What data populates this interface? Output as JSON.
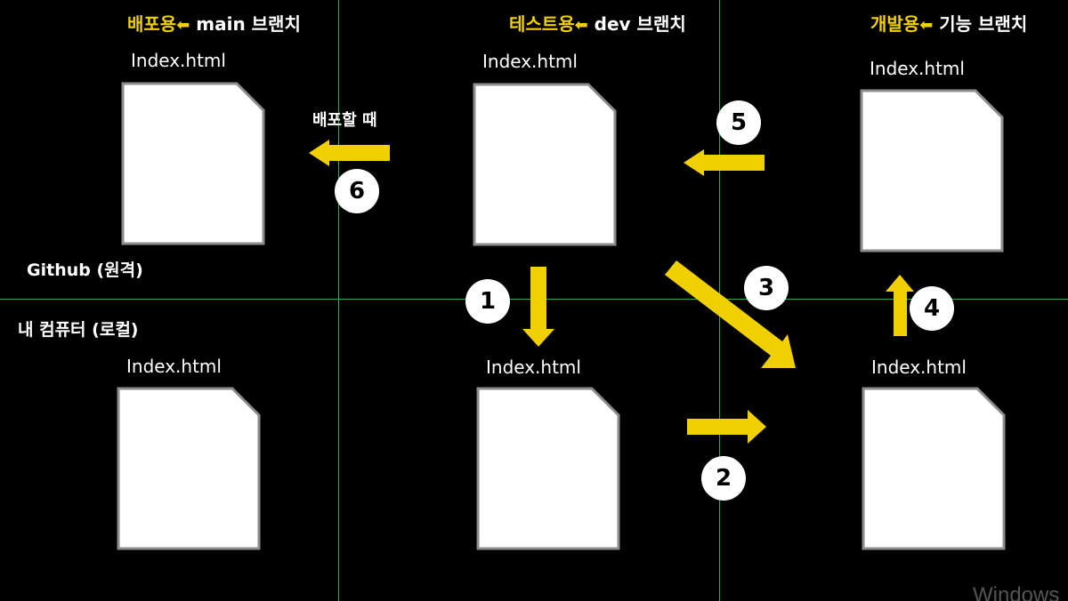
{
  "columns": [
    {
      "purpose": "배포용",
      "arrow": "⬅",
      "branch": "main 브랜치"
    },
    {
      "purpose": "테스트용",
      "arrow": "⬅",
      "branch": "dev 브랜치"
    },
    {
      "purpose": "개발용",
      "arrow": "⬅",
      "branch": "기능 브랜치"
    }
  ],
  "zones": {
    "remote": "Github (원격)",
    "local": "내 컴퓨터 (로컬)"
  },
  "files": {
    "remote_main": "Index.html",
    "remote_dev": "Index.html",
    "remote_feature": "Index.html",
    "local_main": "Index.html",
    "local_dev": "Index.html",
    "local_feature": "Index.html"
  },
  "deploy_note": "배포할 때",
  "steps": [
    "1",
    "2",
    "3",
    "4",
    "5",
    "6"
  ],
  "watermark": "Windows",
  "colors": {
    "accent": "#f0d000",
    "divider": "#2fa84f",
    "background": "#000000",
    "document": "#ffffff"
  }
}
